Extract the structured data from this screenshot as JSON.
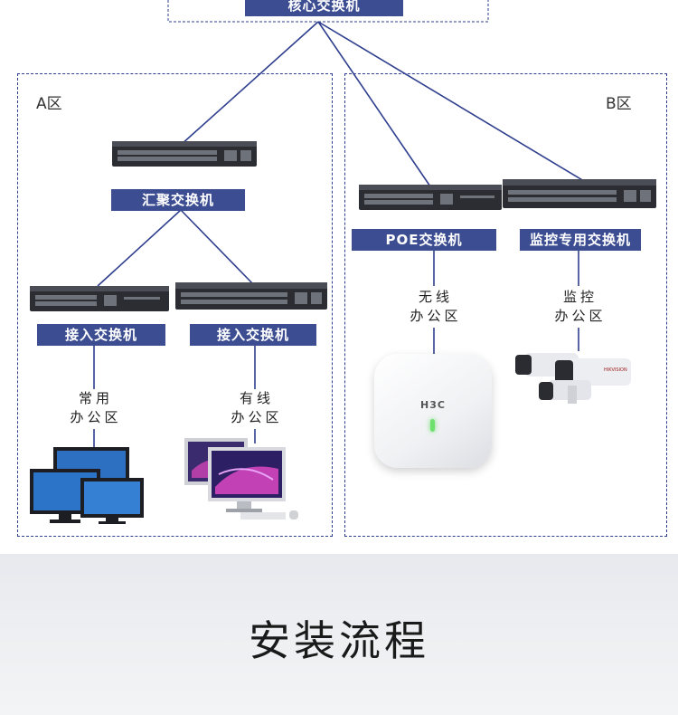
{
  "core_switch": {
    "label": "核心交换机"
  },
  "zone_a": {
    "label": "A区",
    "aggregation_switch": {
      "label": "汇聚交换机"
    },
    "access_switches": [
      {
        "label": "接入交换机",
        "office": "常用\n办公区"
      },
      {
        "label": "接入交换机",
        "office": "有线\n办公区"
      }
    ]
  },
  "zone_b": {
    "label": "B区",
    "poe_switch": {
      "label": "POE交换机",
      "office": "无线\n办公区"
    },
    "monitor_switch": {
      "label": "监控专用交换机",
      "office": "监控\n办公区"
    },
    "ap_brand": "H3C",
    "camera_brand": "HIKVISION"
  },
  "footer": {
    "title": "安装流程"
  },
  "colors": {
    "line": "#2f3f8e",
    "label_bg": "#3c4d92",
    "device_dark": "#2b2d33"
  }
}
